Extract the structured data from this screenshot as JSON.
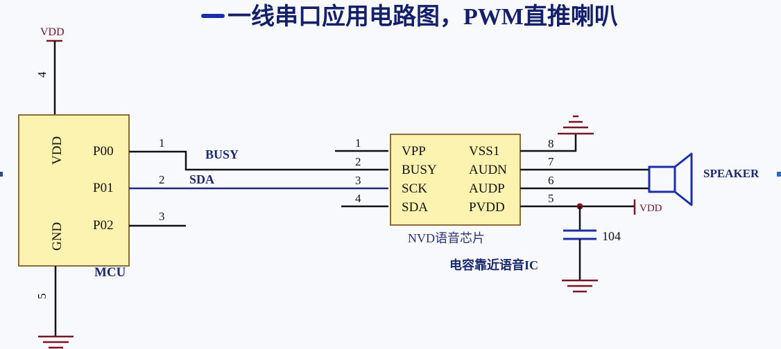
{
  "title": "一线串口应用电路图，PWM直推喇叭",
  "power": {
    "vdd_label": "VDD",
    "vdd_right_label": "VDD"
  },
  "mcu": {
    "name": "MCU",
    "left_pins": [
      "VDD",
      "GND"
    ],
    "right_pins": [
      "P00",
      "P01",
      "P02"
    ],
    "top_pin_number": "4",
    "bottom_pin_number": "5",
    "right_pin_numbers": [
      "1",
      "2",
      "3"
    ]
  },
  "nets": {
    "busy": "BUSY",
    "sda": "SDA"
  },
  "voice_chip": {
    "name": "NVD语音芯片",
    "left_pins": [
      "VPP",
      "BUSY",
      "SCK",
      "SDA"
    ],
    "right_pins": [
      "VSS1",
      "AUDN",
      "AUDP",
      "PVDD"
    ],
    "left_pin_numbers": [
      "1",
      "2",
      "3",
      "4"
    ],
    "right_pin_numbers": [
      "8",
      "7",
      "6",
      "5"
    ]
  },
  "capacitor": {
    "value": "104",
    "note": "电容靠近语音IC"
  },
  "speaker": {
    "label": "SPEAKER"
  },
  "colors": {
    "chip_fill": "#fdf3b0",
    "power_wire": "#7a1424",
    "symbol_blue": "#1a2fa8",
    "label_navy": "#1b2a6e"
  }
}
